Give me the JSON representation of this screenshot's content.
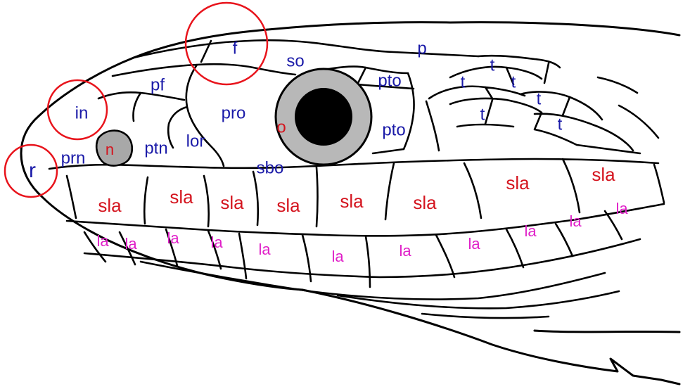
{
  "colors": {
    "label_blue": "#1a1aa8",
    "label_red": "#d4141e",
    "label_magenta": "#e020c8",
    "highlight_ring": "#e8141c",
    "eye_iris": "#b8b8b8",
    "eye_pupil": "#000000",
    "nostril": "#a8a8a8"
  },
  "labels": {
    "f": "f",
    "so": "so",
    "p": "p",
    "pf": "pf",
    "pto_upper": "pto",
    "pto_lower": "pto",
    "in": "in",
    "pro": "pro",
    "o": "o",
    "t1": "t",
    "t2": "t",
    "t3": "t",
    "t4": "t",
    "t5": "t",
    "t6": "t",
    "r": "r",
    "prn": "prn",
    "n": "n",
    "ptn": "ptn",
    "lor": "lor",
    "sbo": "sbo",
    "sla1": "sla",
    "sla2": "sla",
    "sla3": "sla",
    "sla4": "sla",
    "sla5": "sla",
    "sla6": "sla",
    "sla7": "sla",
    "sla8": "sla",
    "la1": "la",
    "la2": "la",
    "la3": "la",
    "la4": "la",
    "la5": "la",
    "la6": "la",
    "la7": "la",
    "la8": "la",
    "la9": "la",
    "la10": "la",
    "la11": "la"
  }
}
